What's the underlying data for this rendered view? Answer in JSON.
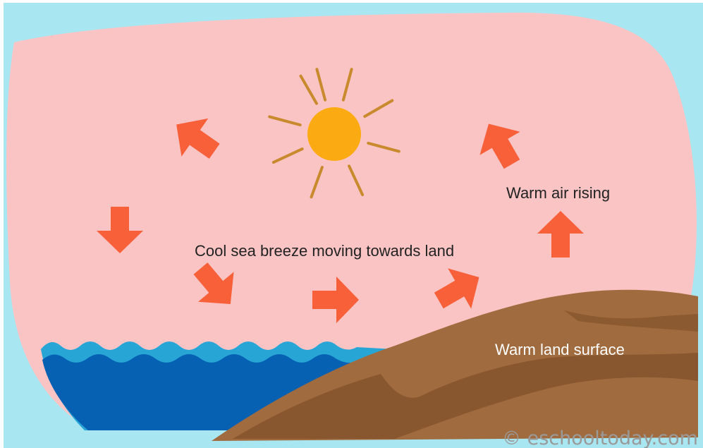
{
  "labels": {
    "warm_air_rising": "Warm air rising",
    "cool_sea_breeze": "Cool sea breeze moving towards land",
    "warm_land_surface": "Warm land surface"
  },
  "watermark": "© eschooltoday.com",
  "colors": {
    "sky": "#a8e6f2",
    "air": "#fbc4c4",
    "sun": "#fcaa11",
    "sun_rays": "#c98a2e",
    "arrow": "#f8603a",
    "sea_light": "#27a6d6",
    "sea_dark": "#0761b3",
    "land": "#a06b3e",
    "land_dark": "#7d4e2a",
    "label_dark": "#222222",
    "label_light": "#ffffff",
    "watermark": "#9a9a9a"
  },
  "icons": {
    "sun": "sun-icon",
    "arrow": "arrow-icon"
  }
}
